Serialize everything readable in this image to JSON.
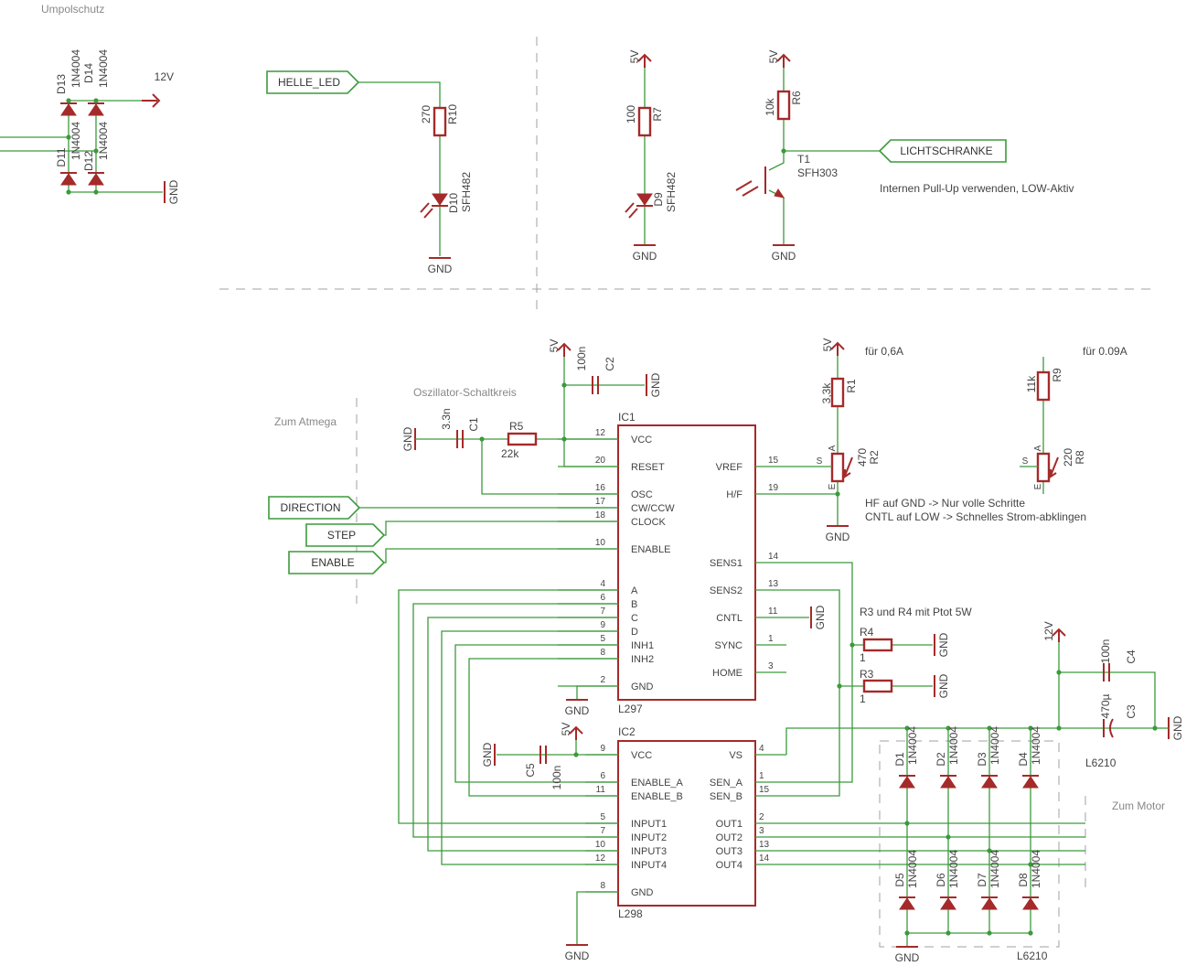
{
  "texts": {
    "umpolschutz": "Umpolschutz",
    "zum_atmega": "Zum Atmega",
    "oszillator": "Oszillator-Schaltkreis",
    "fuer_06": "für 0,6A",
    "fuer_009": "für 0.09A",
    "hf_note": "HF auf GND -> Nur volle Schritte",
    "cntl_note": "CNTL auf LOW -> Schnelles Strom-abklingen",
    "pullup_note": "Internen Pull-Up verwenden, LOW-Aktiv",
    "ptot_note": "R3 und R4 mit Ptot 5W",
    "zum_motor": "Zum Motor",
    "l6210_top": "L6210",
    "l6210_bottom": "L6210"
  },
  "supplies": {
    "v12": "12V",
    "v5": "5V",
    "gnd": "GND"
  },
  "ports": {
    "helle_led": "HELLE_LED",
    "lichtschranke": "LICHTSCHRANKE",
    "direction": "DIRECTION",
    "step": "STEP",
    "enable": "ENABLE"
  },
  "components": {
    "d13": {
      "name": "D13",
      "value": "1N4004"
    },
    "d14": {
      "name": "D14",
      "value": "1N4004"
    },
    "d11": {
      "name": "D11",
      "value": "1N4004"
    },
    "d12": {
      "name": "D12",
      "value": "1N4004"
    },
    "r10": {
      "name": "R10",
      "value": "270"
    },
    "d10": {
      "name": "D10",
      "value": "SFH482"
    },
    "r7": {
      "name": "R7",
      "value": "100"
    },
    "d9": {
      "name": "D9",
      "value": "SFH482"
    },
    "r6": {
      "name": "R6",
      "value": "10k"
    },
    "t1": {
      "name": "T1",
      "value": "SFH303"
    },
    "c2": {
      "name": "C2",
      "value": "100n"
    },
    "c1": {
      "name": "C1",
      "value": "3.3n"
    },
    "r5": {
      "name": "R5",
      "value": "22k"
    },
    "r1": {
      "name": "R1",
      "value": "3,3k"
    },
    "r2": {
      "name": "R2",
      "value": "470"
    },
    "r9": {
      "name": "R9",
      "value": "11k"
    },
    "r8": {
      "name": "R8",
      "value": "220"
    },
    "r4": {
      "name": "R4",
      "value": "1"
    },
    "r3": {
      "name": "R3",
      "value": "1"
    },
    "c4": {
      "name": "C4",
      "value": "100n"
    },
    "c3": {
      "name": "C3",
      "value": "470µ"
    },
    "c5": {
      "name": "C5",
      "value": "100n"
    },
    "d1": {
      "name": "D1",
      "value": "1N4004"
    },
    "d2": {
      "name": "D2",
      "value": "1N4004"
    },
    "d3": {
      "name": "D3",
      "value": "1N4004"
    },
    "d4": {
      "name": "D4",
      "value": "1N4004"
    },
    "d5": {
      "name": "D5",
      "value": "1N4004"
    },
    "d6": {
      "name": "D6",
      "value": "1N4004"
    },
    "d7": {
      "name": "D7",
      "value": "1N4004"
    },
    "d8": {
      "name": "D8",
      "value": "1N4004"
    }
  },
  "pot_pins": {
    "s": "S",
    "a": "A",
    "e": "E"
  },
  "ic1": {
    "name": "IC1",
    "part": "L297",
    "left_pins": [
      {
        "num": "12",
        "label": "VCC"
      },
      {
        "num": "20",
        "label": "RESET"
      },
      {
        "num": "16",
        "label": "OSC"
      },
      {
        "num": "17",
        "label": "CW/CCW"
      },
      {
        "num": "18",
        "label": "CLOCK"
      },
      {
        "num": "10",
        "label": "ENABLE"
      },
      {
        "num": "4",
        "label": "A"
      },
      {
        "num": "6",
        "label": "B"
      },
      {
        "num": "7",
        "label": "C"
      },
      {
        "num": "9",
        "label": "D"
      },
      {
        "num": "5",
        "label": "INH1"
      },
      {
        "num": "8",
        "label": "INH2"
      },
      {
        "num": "2",
        "label": "GND"
      }
    ],
    "right_pins": [
      {
        "num": "15",
        "label": "VREF"
      },
      {
        "num": "19",
        "label": "H/F"
      },
      {
        "num": "14",
        "label": "SENS1"
      },
      {
        "num": "13",
        "label": "SENS2"
      },
      {
        "num": "11",
        "label": "CNTL"
      },
      {
        "num": "1",
        "label": "SYNC"
      },
      {
        "num": "3",
        "label": "HOME"
      }
    ]
  },
  "ic2": {
    "name": "IC2",
    "part": "L298",
    "left_pins": [
      {
        "num": "9",
        "label": "VCC"
      },
      {
        "num": "6",
        "label": "ENABLE_A"
      },
      {
        "num": "11",
        "label": "ENABLE_B"
      },
      {
        "num": "5",
        "label": "INPUT1"
      },
      {
        "num": "7",
        "label": "INPUT2"
      },
      {
        "num": "10",
        "label": "INPUT3"
      },
      {
        "num": "12",
        "label": "INPUT4"
      },
      {
        "num": "8",
        "label": "GND"
      }
    ],
    "right_pins": [
      {
        "num": "4",
        "label": "VS"
      },
      {
        "num": "1",
        "label": "SEN_A"
      },
      {
        "num": "15",
        "label": "SEN_B"
      },
      {
        "num": "2",
        "label": "OUT1"
      },
      {
        "num": "3",
        "label": "OUT2"
      },
      {
        "num": "13",
        "label": "OUT3"
      },
      {
        "num": "14",
        "label": "OUT4"
      }
    ]
  }
}
